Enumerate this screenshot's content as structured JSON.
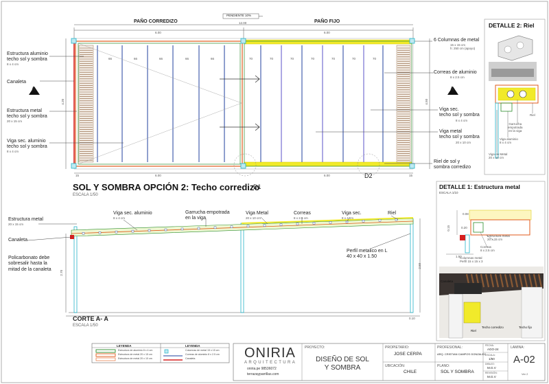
{
  "plan": {
    "title": "SOL Y SOMBRA OPCIÓN 2: Techo corredizo",
    "scale": "ESCALA 1/50",
    "pano_corredizo": "PAÑO CORREDIZO",
    "pano_fijo": "PAÑO FIJO",
    "pendiente": "PENDIENTE 10%",
    "dim_total": "12.00",
    "dim_half_left": "6.00",
    "dim_half_right": "6.00",
    "dim_height_left": "4.20",
    "dim_height_right": "4.50",
    "dim_bottom_left": "6.00",
    "dim_bottom_right": "6.00",
    "dim_edge_a": "15",
    "dim_edge_b": "15",
    "spacing_left": [
      "66",
      "66",
      "66",
      "66",
      "66"
    ],
    "spacing_right": [
      "70",
      "70",
      "70",
      "70",
      "70",
      "70",
      "70"
    ],
    "section_mark": "A",
    "d1": "D1",
    "d2": "D2",
    "left_labels": [
      {
        "text": "Estructura aluminio\ntecho sol y sombra",
        "note": "8 x 4 cm"
      },
      {
        "text": "Canaleta",
        "note": ""
      },
      {
        "text": "Estructura metal\ntecho sol y sombra",
        "note": "20 x 15 cm"
      },
      {
        "text": "Viga sec. aluminio\ntecho sol y sombra",
        "note": "8 x 4 cm"
      }
    ],
    "right_labels": [
      {
        "text": "6 Columnas de metal",
        "note": "15 x 15 cm\nh: 250 cm (apoyo)"
      },
      {
        "text": "Correas de aluminio",
        "note": "8 x 2.5 cm"
      },
      {
        "text": "Viga sec.\ntecho sol y sombra",
        "note": "8 x 4 cm"
      },
      {
        "text": "Viga metal\ntecho sol y sombra",
        "note": "20 x 10 cm"
      },
      {
        "text": "Riel de sol y\nsombra corredizo",
        "note": ""
      }
    ]
  },
  "section": {
    "title": "CORTE A- A",
    "scale": "ESCALA 1/50",
    "labels": {
      "estructura_metal": "Estructura metal",
      "estructura_metal_note": "20 x 15 cm",
      "canaleta": "Canaleta",
      "policarbonato": "Policarbonato debe\nsobresalir hasta la\nmitad de la canaleta",
      "viga_sec": "Viga sec. aluminio",
      "viga_sec_note": "8 x 4 cm",
      "garrucha": "Garrucha empotrada\nen la viga",
      "viga_metal": "Viga Metal",
      "viga_metal_note": "20 x 10 cm",
      "correas": "Correas",
      "correas_note": "8 x 2.5 cm",
      "viga_sec2": "Viga sec.",
      "viga_sec2_note": "8 x 4 cm",
      "riel": "Riel",
      "perfil": "Perfil metalico en L\n40 x 40 x 1.50",
      "dim_left": "2.70",
      "dim_right": "2.50",
      "dim_ground": "0.10"
    }
  },
  "detalle2": {
    "title": "DETALLE 2: Riel",
    "labels": [
      "Riel",
      "Garrucha\nempotrada\nen la viga",
      "Viga aluminio\n8 x 4 cm",
      "Viga de Metal\n20 x 10 cm"
    ]
  },
  "detalle1": {
    "title": "DETALLE 1: Estructura metal",
    "scale": "ESCALA 1/10",
    "labels": [
      "Estructura metal\n20 x 15 cm",
      "Correas\n8 x 2.5 cm",
      "Columnas metal\nPerfil 15 x 15 x 3",
      "Techo corredizo",
      "Techo fijo",
      "Riel",
      "Canaleta"
    ],
    "dims": [
      "0.15",
      "0.08",
      "0.20",
      "1.50"
    ]
  },
  "legend": {
    "title_a": "LEYENDA",
    "title_b": "LEYENDA",
    "items_a": [
      "Estructura de aluminio 8 x 4 cm",
      "Estructura de metal 20 x 15 cm",
      "Estructura de metal 20 x 10 cm"
    ],
    "items_b": [
      "Columnas de metal 15 x 15 cm",
      "Correas de aluminio 8 x 2.5 cm",
      "Canaleta"
    ]
  },
  "titleblock": {
    "brand": "ONIRIA",
    "brand_sub": "ARQUITECTURA",
    "contact_1": "oniria.pe  98536072",
    "contact_2": "terrazayparrillas.com",
    "project_label": "PROYECTO:",
    "project": "DISEÑO DE SOL\nY SOMBRA",
    "owner_label": "PROPIETARIO:",
    "owner": "JOSE CERPA",
    "location_label": "UBICACIÓN:",
    "location": "CHILE",
    "designer_label": "PROFESIONAL:",
    "designer": "ARQ. CRISTIAN CAMPOS GONZALEZ",
    "plan_label": "PLANO:",
    "plan": "SOL Y SOMBRA",
    "date_label": "FECHA:",
    "date": "AGO-24",
    "scale_label": "ESCALA:",
    "scale": "1/50",
    "drawn_label": "DIBUJO:",
    "drawn": "M.G.V",
    "rev_label": "REVISIÓN:",
    "rev": "M.G.V",
    "sheet_label": "LAMINA:",
    "sheet": "A-02",
    "version": "Ver 2"
  },
  "colors": {
    "aluminio": "#2a8c2a",
    "metal": "#e05a1a",
    "columna": "#23b3c9",
    "correa": "#1f3f9e",
    "riel": "#f1ea2a",
    "canaleta": "#d62020",
    "madera": "#8a5a35"
  }
}
